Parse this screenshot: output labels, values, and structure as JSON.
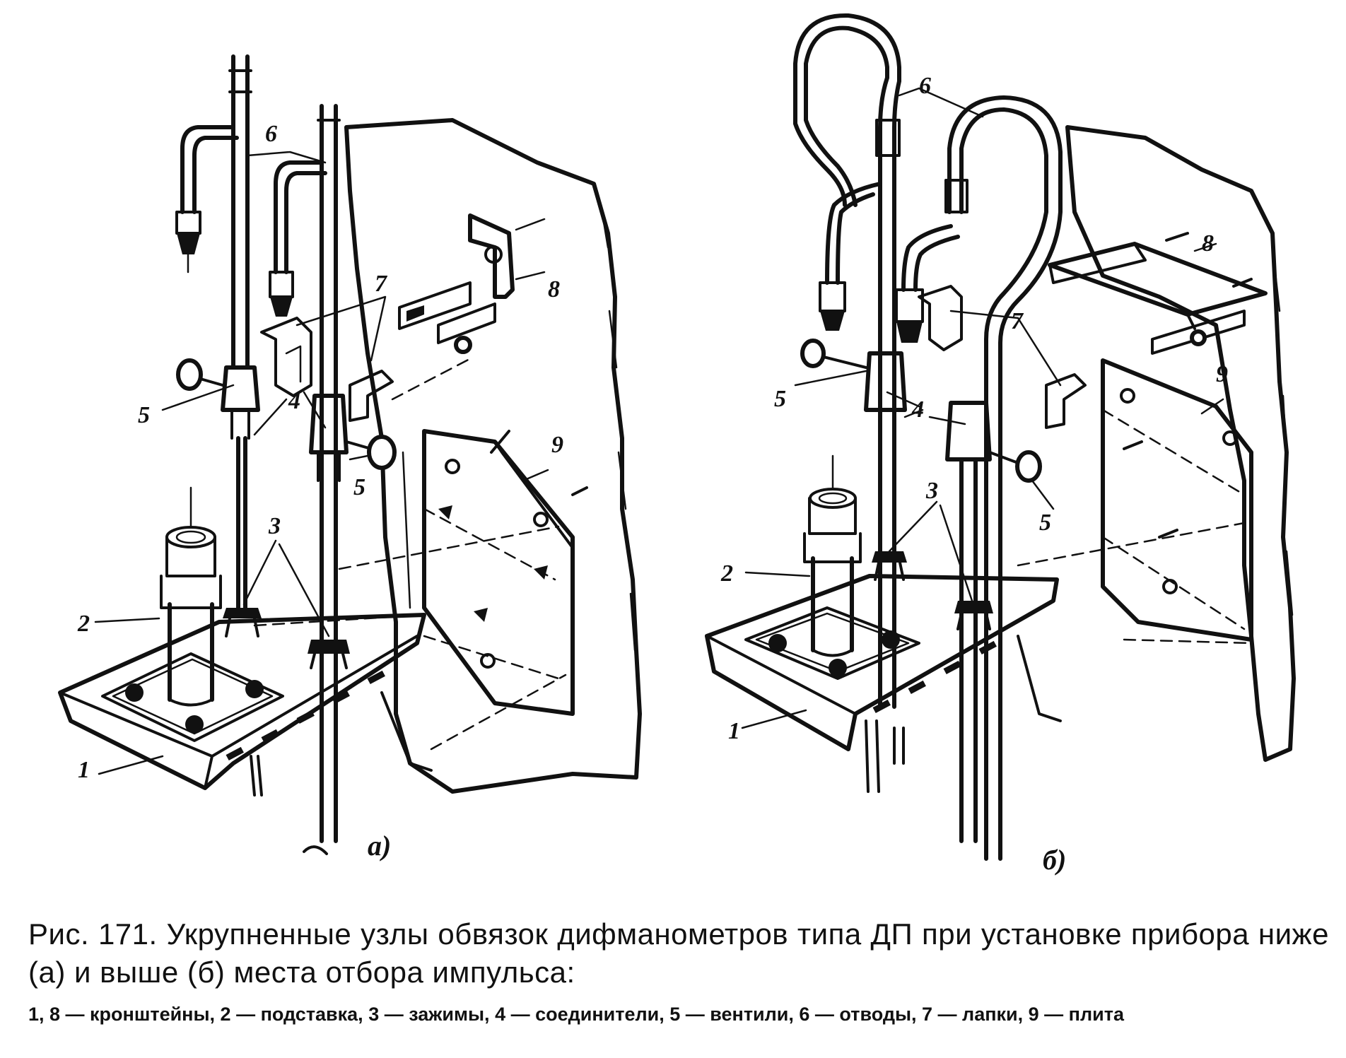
{
  "figure": {
    "panel_a_label": "а)",
    "panel_b_label": "б)",
    "part_labels": {
      "p1": "1",
      "p2": "2",
      "p3": "3",
      "p4": "4",
      "p5": "5",
      "p6": "6",
      "p7": "7",
      "p8": "8",
      "p9": "9"
    }
  },
  "caption": {
    "title": "Рис. 171. Укрупненные узлы обвязок дифманометров типа ДП при установке прибора ниже (а) и выше (б) места отбора импульса:",
    "legend": "1, 8 — кронштейны, 2 — подставка, 3 — зажимы, 4 — соединители, 5 — вентили, 6 — отводы, 7 — лапки, 9 — плита"
  }
}
